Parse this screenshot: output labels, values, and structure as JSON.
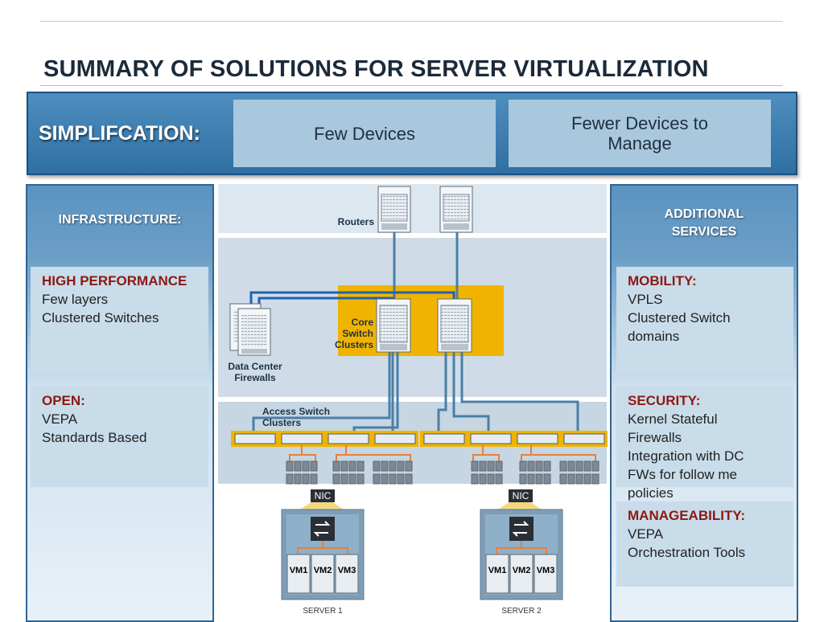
{
  "title": "SUMMARY OF SOLUTIONS FOR SERVER VIRTUALIZATION",
  "simplification": {
    "label": "SIMPLIFCATION:",
    "items": [
      "Few Devices",
      "Fewer Devices to Manage"
    ]
  },
  "infrastructure": {
    "header": "INFRASTRUCTURE:",
    "cards": [
      {
        "heading": "HIGH PERFORMANCE",
        "lines": [
          "Few layers",
          "Clustered Switches"
        ]
      },
      {
        "heading": "OPEN:",
        "lines": [
          "VEPA",
          "Standards Based"
        ]
      }
    ]
  },
  "additional": {
    "header_line1": "ADDITIONAL",
    "header_line2": "SERVICES",
    "cards": [
      {
        "heading": "MOBILITY:",
        "lines": [
          "VPLS",
          "Clustered Switch",
          "domains"
        ]
      },
      {
        "heading": "SECURITY:",
        "lines": [
          "Kernel Stateful",
          "Firewalls",
          "Integration with DC",
          "FWs for follow me",
          "policies"
        ]
      },
      {
        "heading": "MANAGEABILITY:",
        "lines": [
          "VEPA",
          "Orchestration Tools"
        ]
      }
    ]
  },
  "diagram": {
    "routers": "Routers",
    "core_line1": "Core",
    "core_line2": "Switch",
    "core_line3": "Clusters",
    "firewalls_line1": "Data Center",
    "firewalls_line2": "Firewalls",
    "access_line1": "Access Switch",
    "access_line2": "Clusters",
    "nic": "NIC",
    "vms": [
      "VM1",
      "VM2",
      "VM3"
    ],
    "servers": [
      "SERVER 1",
      "SERVER 2"
    ]
  },
  "colors": {
    "accent_blue": "#2f6fa3",
    "highlight_yellow": "#f0b400",
    "heading_red": "#8b1a12",
    "link_blue": "#1e63b0",
    "cable_orange": "#e8803a"
  }
}
